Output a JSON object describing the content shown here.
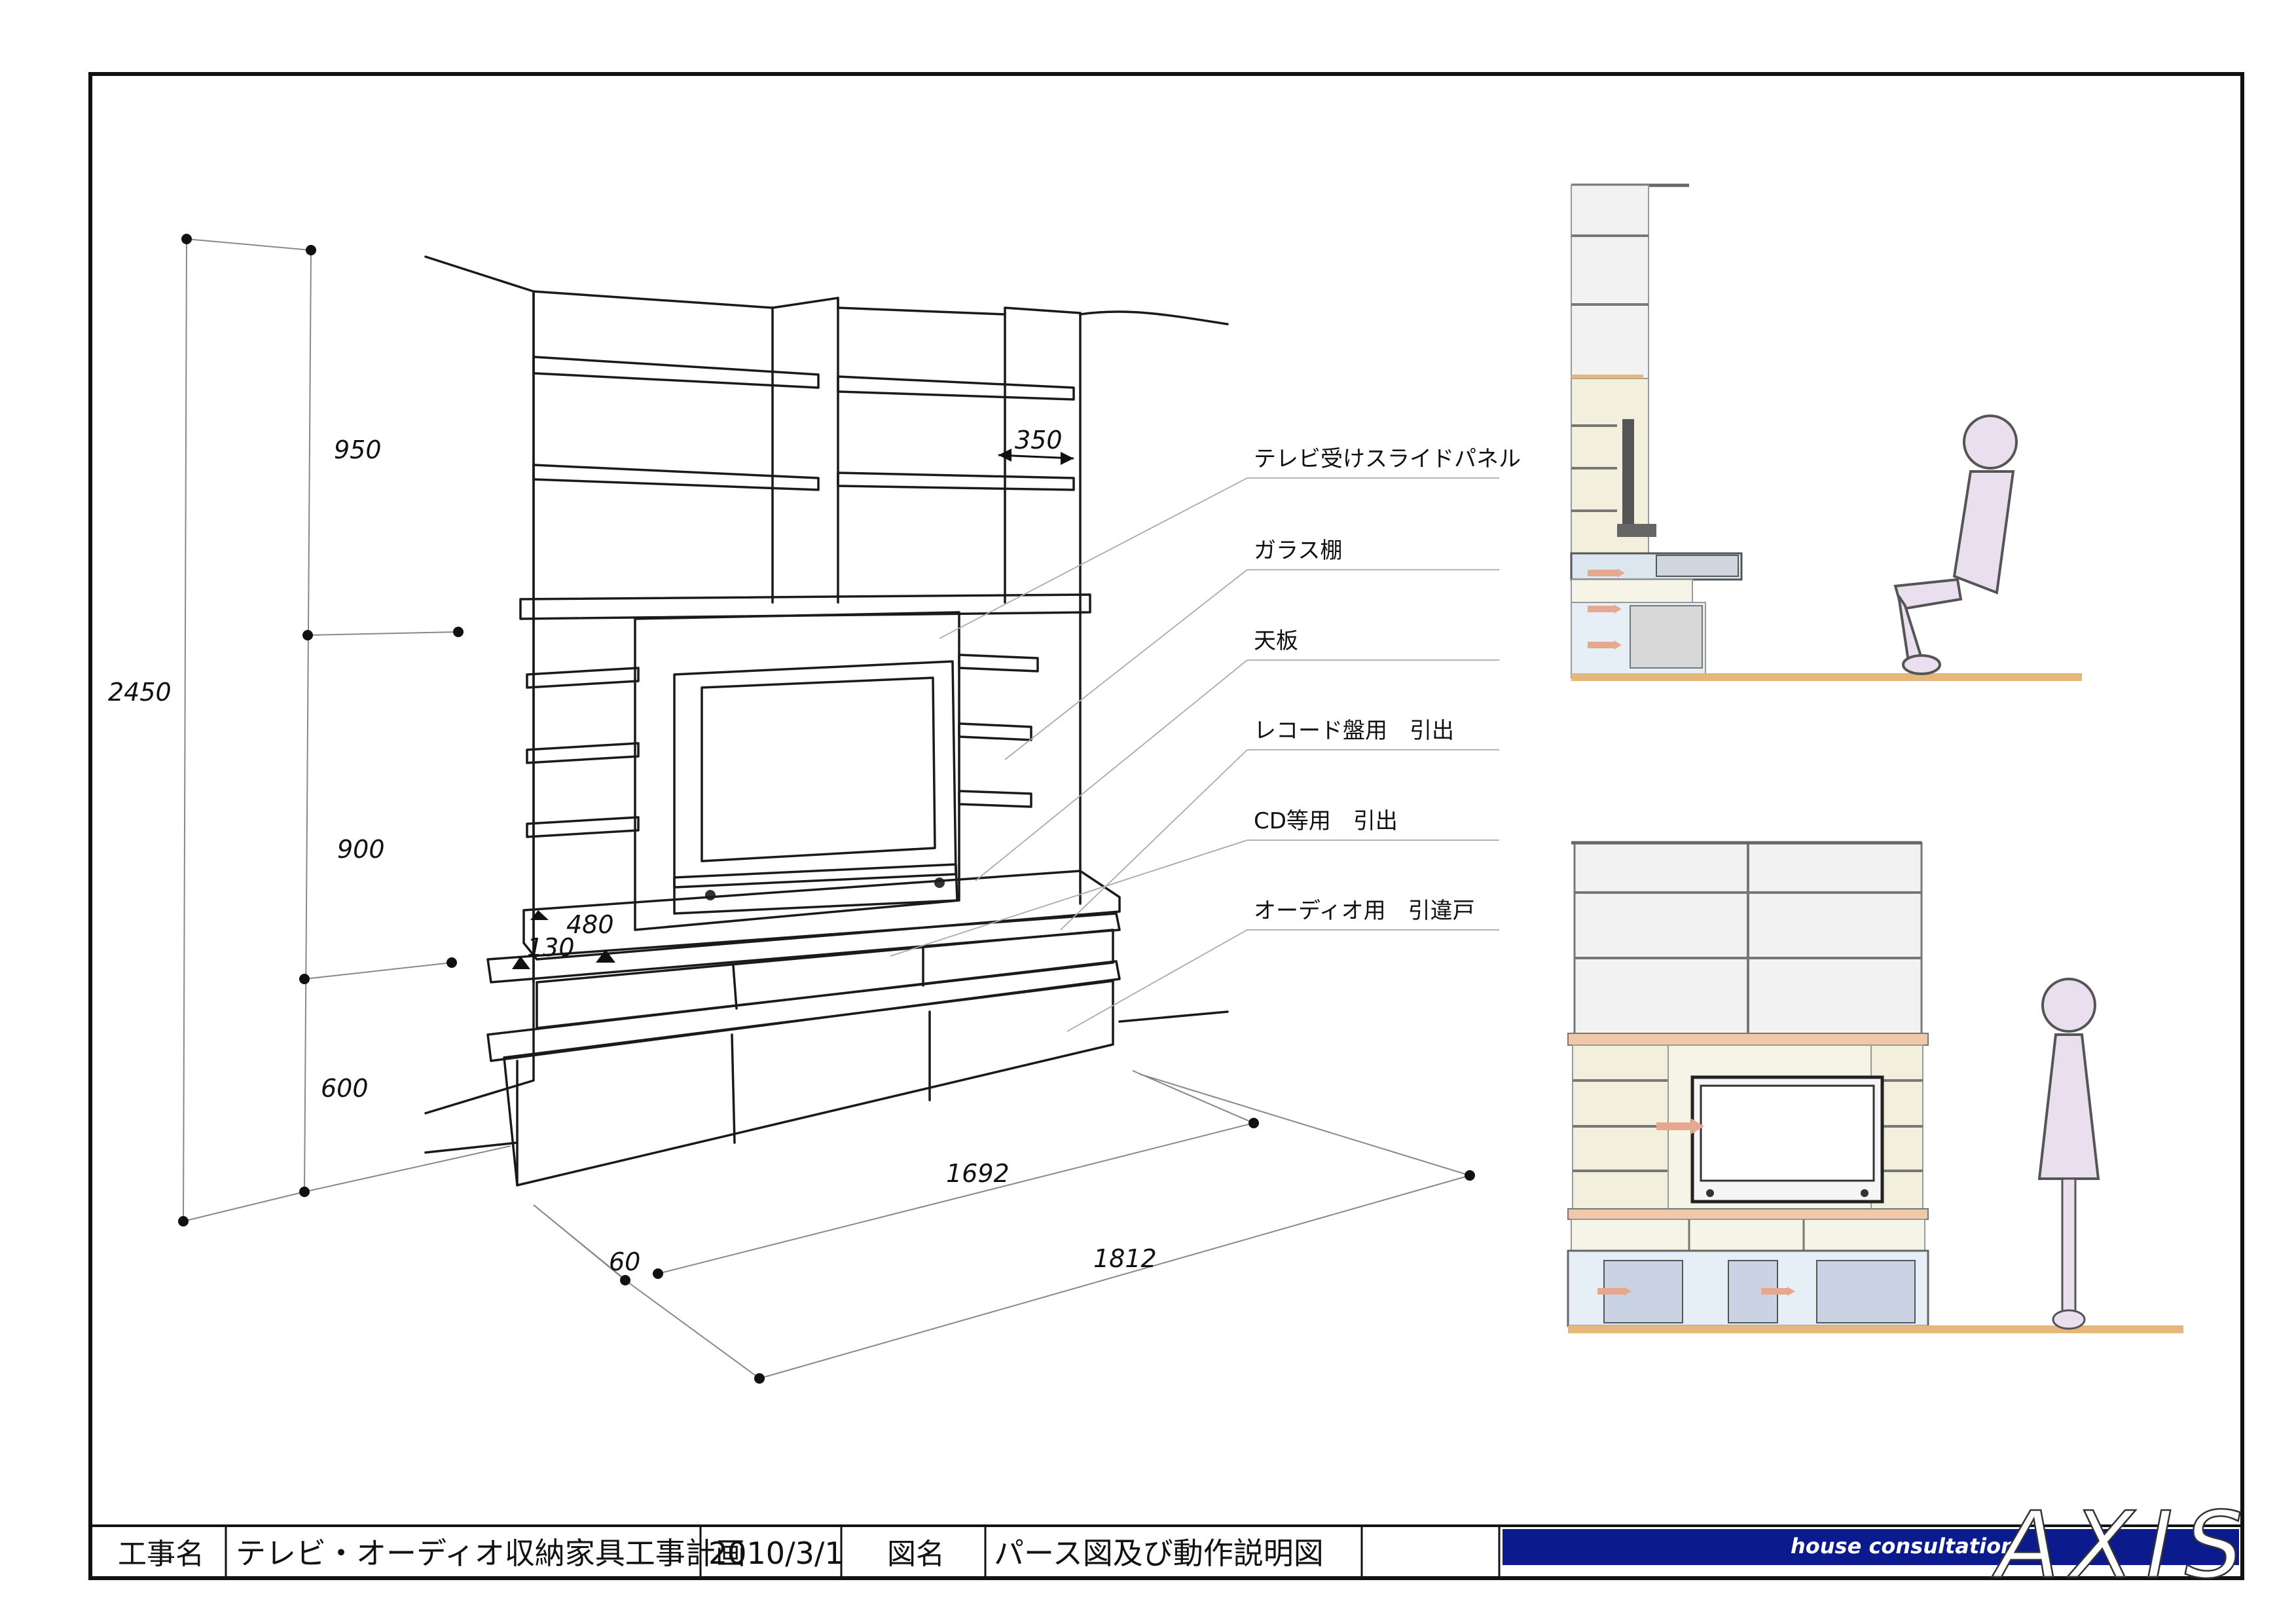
{
  "dimensions": {
    "total_height": "2450",
    "upper": "950",
    "middle": "900",
    "lower": "600",
    "shelf_depth": "350",
    "top_depth": "480",
    "top_thickness": "130",
    "inner_width": "1692",
    "outer_width": "1812",
    "offset": "60"
  },
  "callouts": [
    "テレビ受けスライドパネル",
    "ガラス棚",
    "天板",
    "レコード盤用　引出",
    "CD等用　引出",
    "オーディオ用　引違戸"
  ],
  "title_block": {
    "project_label": "工事名",
    "project_name": "テレビ・オーディオ収納家具工事計画",
    "date": "2010/3/1",
    "drawing_label": "図名",
    "drawing_name": "パース図及び動作説明図",
    "brand_tagline": "house consultation",
    "brand_logo": "AXIS"
  },
  "colors": {
    "accent_blue": "#0b1a8c",
    "wood": "#f1c9a8",
    "panel": "#f2f0dc",
    "glass": "#e6eef6",
    "floor": "#e6b77a",
    "figure": "#e9dfee"
  }
}
